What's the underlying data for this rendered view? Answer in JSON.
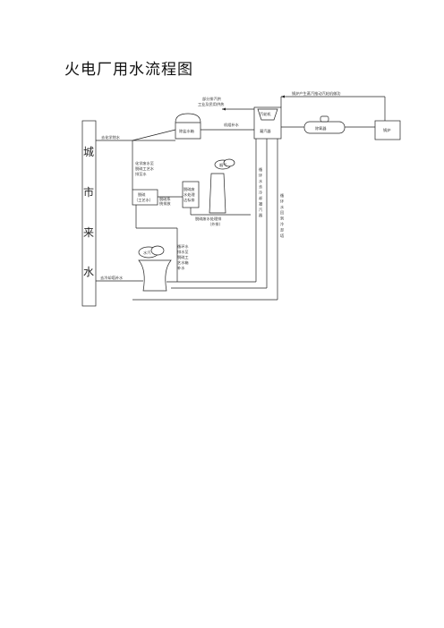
{
  "title": "火电厂用水流程图",
  "city_label": [
    "城",
    "市",
    "来",
    "水"
  ],
  "labels": {
    "chem_water_in": "去化学除水",
    "cool_water_in": "去冷却塔补水",
    "chem_tank": "除盐水箱",
    "recover_top_1": "部分排汽供",
    "recover_top_2": "工业及民用供热",
    "makeup_water": "机组补水",
    "turbine_top": "汽轮机",
    "turbine_bottom": "凝汽器",
    "boiler_drum": "除氧器",
    "boiler": "锅炉",
    "boiler_feed_top": "锅炉产生蒸汽推动汽轮机做功",
    "chem_waste_1": "化学废水至",
    "chem_waste_2": "脱硫工艺水",
    "chem_waste_3": "排至水",
    "desulf_box_1": "脱硫",
    "desulf_box_2": "（工艺水）",
    "desulf_out_1": "脱硫系",
    "desulf_out_2": "统排放",
    "ww_box_1": "脱硫废",
    "ww_box_2": "水处理",
    "ww_box_3": "达标排",
    "ww_bottom_1": "脱硫废水处理排",
    "ww_bottom_2": "（外排）",
    "chimney_cloud": "烟气",
    "tower_cloud": "水汽",
    "circ_1": "循环水",
    "circ_2": "排水至",
    "circ_3": "脱硫工",
    "circ_4": "艺水箱",
    "circ_5": "补水",
    "vert_cond": "循环水去冷却凝汽器",
    "vert_return": "循环水回到冷却塔"
  }
}
